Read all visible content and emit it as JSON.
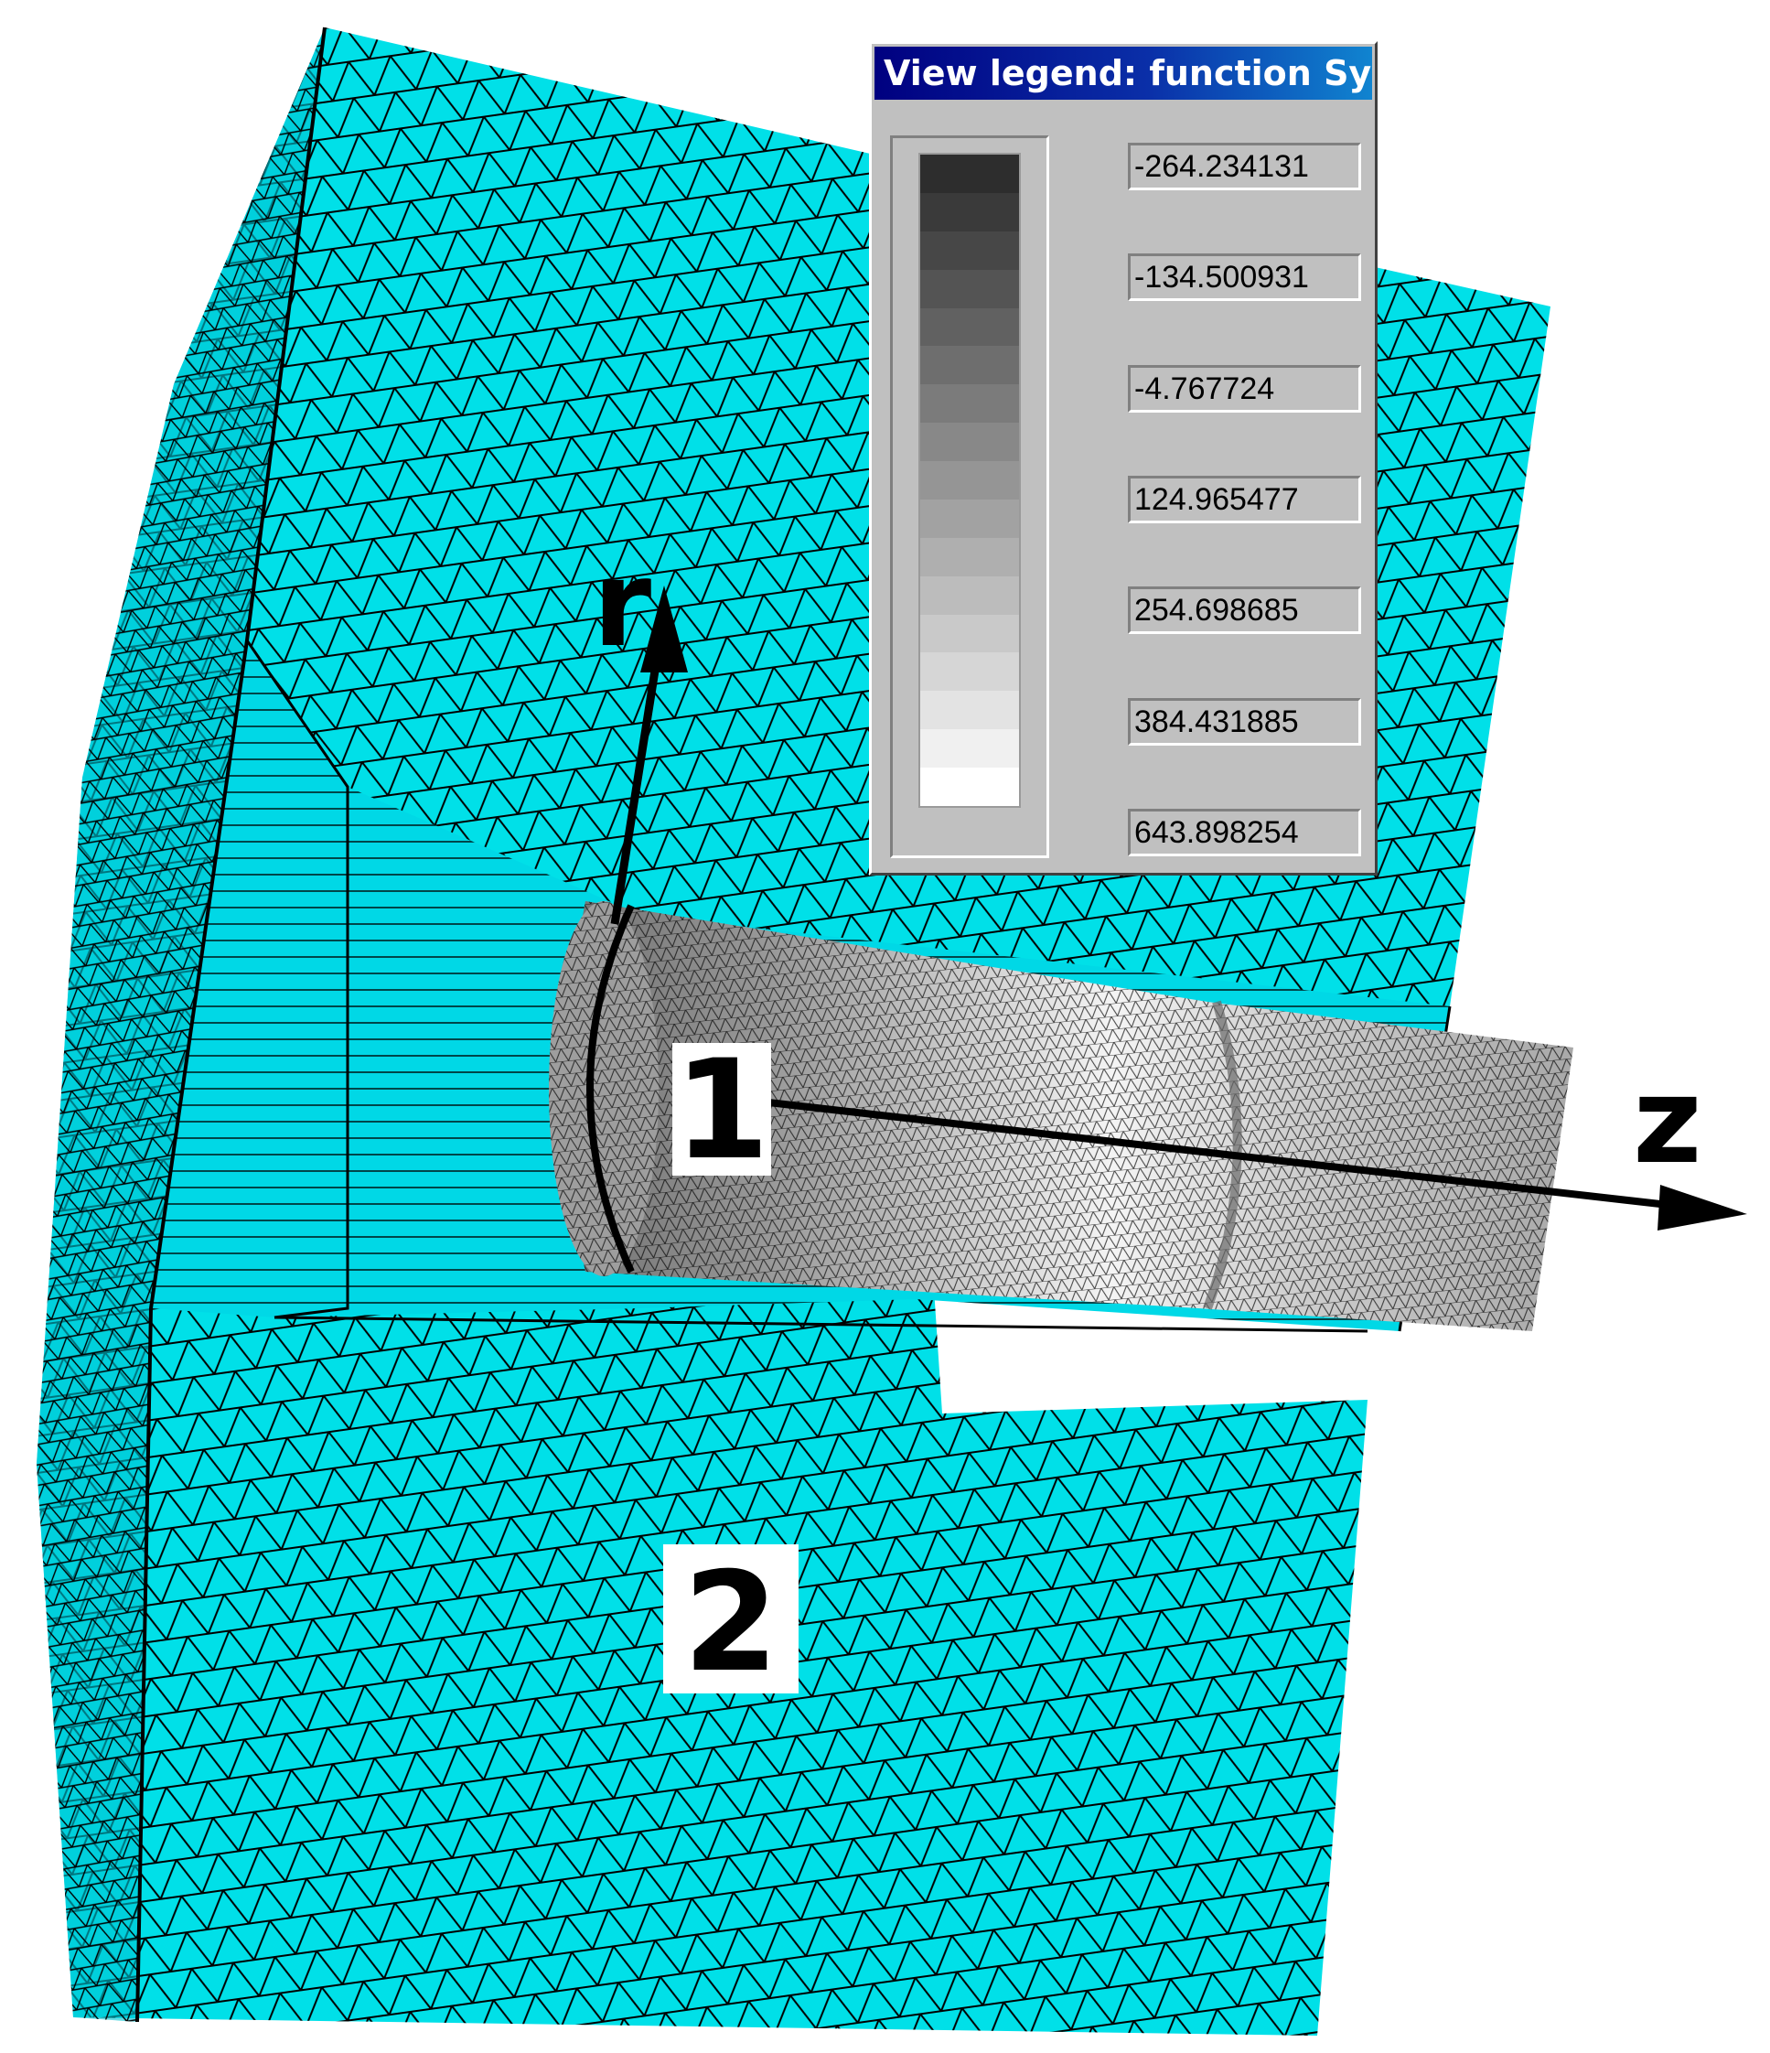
{
  "legend": {
    "title": "View legend: function Sy",
    "values": [
      "-264.234131",
      "-134.500931",
      "-4.767724",
      "124.965477",
      "254.698685",
      "384.431885",
      "643.898254"
    ],
    "ramp_colors": [
      "#2d2d2d",
      "#3a3a3a",
      "#474747",
      "#545454",
      "#616161",
      "#6e6e6e",
      "#7b7b7b",
      "#888888",
      "#959595",
      "#a2a2a2",
      "#afafaf",
      "#bcbcbc",
      "#c9c9c9",
      "#d6d6d6",
      "#e3e3e3",
      "#f0f0f0",
      "#ffffff"
    ]
  },
  "labels": {
    "axis_r": "r",
    "axis_z": "z",
    "part_1": "1",
    "part_2": "2"
  },
  "colors": {
    "mesh_surface": "#00e5ee",
    "mesh_line": "#000000",
    "stress_part": "#b8b8b8",
    "window_face": "#c0c0c0",
    "titlebar": "#000080"
  }
}
